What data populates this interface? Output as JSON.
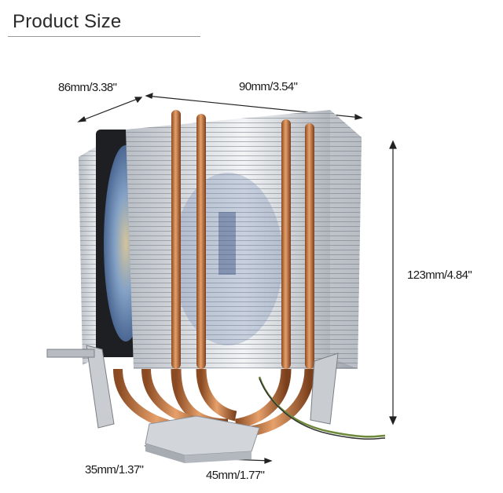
{
  "header": {
    "title": "Product Size"
  },
  "dimensions": {
    "depth": "86mm/3.38\"",
    "width": "90mm/3.54\"",
    "height": "123mm/4.84\"",
    "base_depth": "35mm/1.37\"",
    "base_width": "45mm/1.77\""
  },
  "product": {
    "image": "cpu-cooler-tower-image"
  },
  "colors": {
    "copper": "#c87a45",
    "fin": "#d9dde2",
    "fan_blue": "#6b8fc4"
  }
}
